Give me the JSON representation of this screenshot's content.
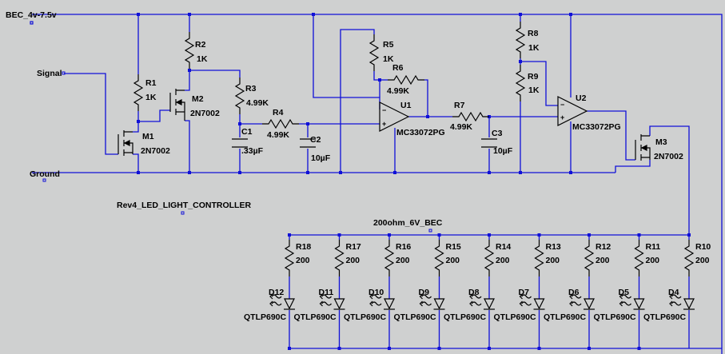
{
  "nets": {
    "supply": "BEC_4v-7.5v",
    "signal": "Signal",
    "ground": "Ground",
    "led_rail": "200ohm_6V_BEC"
  },
  "board_label": "Rev4_LED_LIGHT_CONTROLLER",
  "resistors": [
    {
      "ref": "R1",
      "value": "1K"
    },
    {
      "ref": "R2",
      "value": "1K"
    },
    {
      "ref": "R3",
      "value": "4.99K"
    },
    {
      "ref": "R4",
      "value": "4.99K"
    },
    {
      "ref": "R5",
      "value": "1K"
    },
    {
      "ref": "R6",
      "value": "4.99K"
    },
    {
      "ref": "R7",
      "value": "4.99K"
    },
    {
      "ref": "R8",
      "value": "1K"
    },
    {
      "ref": "R9",
      "value": "1K"
    }
  ],
  "capacitors": [
    {
      "ref": "C1",
      "value": ".33µF"
    },
    {
      "ref": "C2",
      "value": "10µF"
    },
    {
      "ref": "C3",
      "value": "10µF"
    }
  ],
  "transistors": [
    {
      "ref": "M1",
      "value": "2N7002"
    },
    {
      "ref": "M2",
      "value": "2N7002"
    },
    {
      "ref": "M3",
      "value": "2N7002"
    }
  ],
  "opamps": [
    {
      "ref": "U1",
      "value": "MC33072PG"
    },
    {
      "ref": "U2",
      "value": "MC33072PG"
    }
  ],
  "led_branches": [
    {
      "resistor": "R18",
      "value": "200",
      "diode": "D12",
      "part": "QTLP690C"
    },
    {
      "resistor": "R17",
      "value": "200",
      "diode": "D11",
      "part": "QTLP690C"
    },
    {
      "resistor": "R16",
      "value": "200",
      "diode": "D10",
      "part": "QTLP690C"
    },
    {
      "resistor": "R15",
      "value": "200",
      "diode": "D9",
      "part": "QTLP690C"
    },
    {
      "resistor": "R14",
      "value": "200",
      "diode": "D8",
      "part": "QTLP690C"
    },
    {
      "resistor": "R13",
      "value": "200",
      "diode": "D7",
      "part": "QTLP690C"
    },
    {
      "resistor": "R12",
      "value": "200",
      "diode": "D6",
      "part": "QTLP690C"
    },
    {
      "resistor": "R11",
      "value": "200",
      "diode": "D5",
      "part": "QTLP690C"
    },
    {
      "resistor": "R10",
      "value": "200",
      "diode": "D4",
      "part": "QTLP690C"
    }
  ]
}
